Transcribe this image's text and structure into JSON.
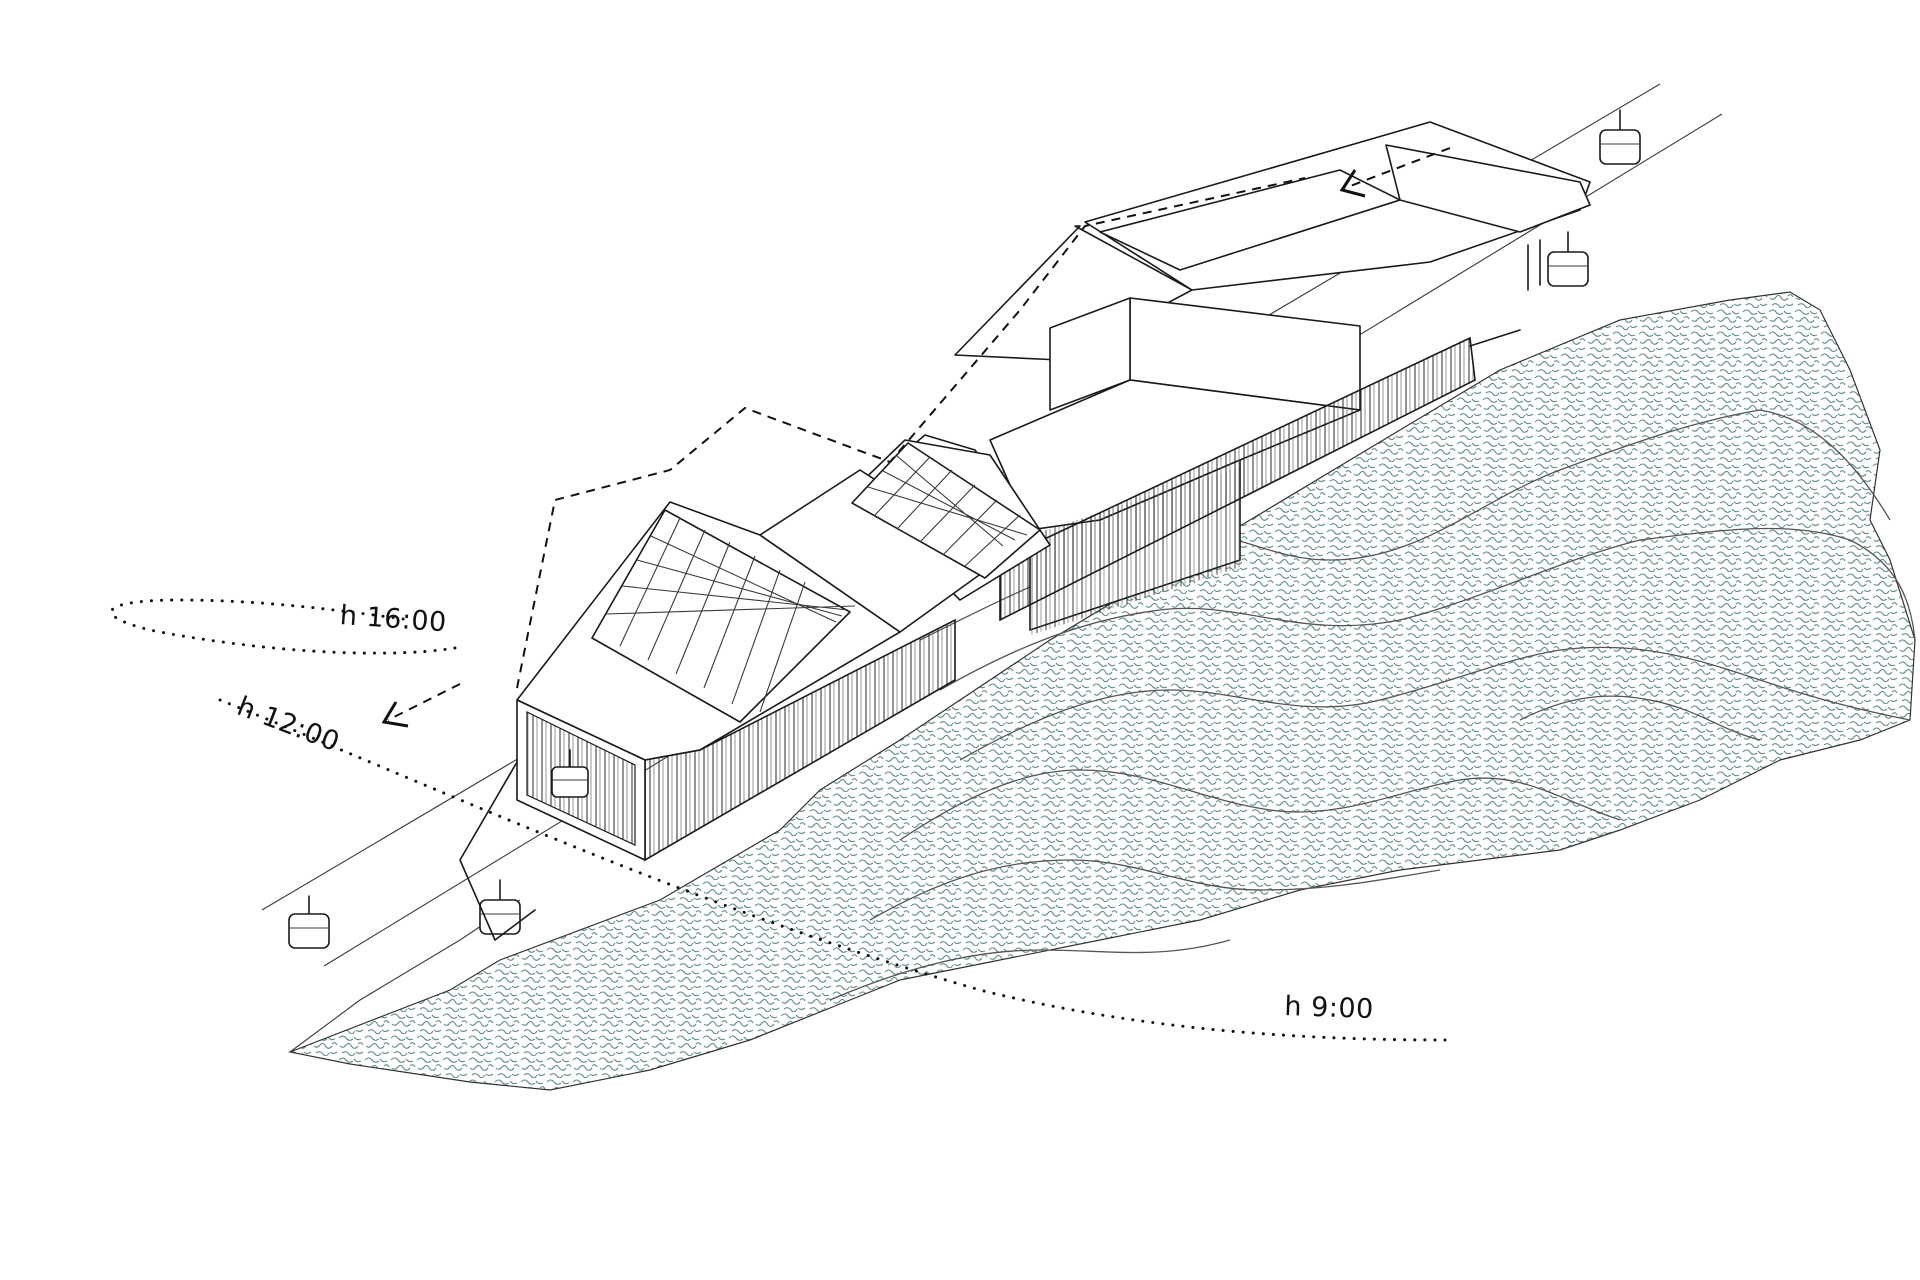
{
  "sun_path": {
    "labels": [
      "h 16:00",
      "h 12:00",
      "h 9:00"
    ]
  },
  "colors": {
    "terrain_texture": "#5e8c8c",
    "linework": "#1a1a1a",
    "background": "#ffffff"
  }
}
